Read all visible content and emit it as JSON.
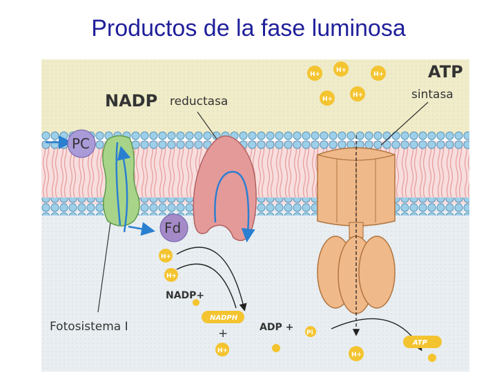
{
  "slide": {
    "title": "Productos de la fase luminosa"
  },
  "diagram": {
    "labels": {
      "nadp_reductasa_bold": "NADP",
      "nadp_reductasa_rest": "reductasa",
      "atp_sintasa_bold": "ATP",
      "atp_sintasa_rest": "sintasa",
      "fotosistema": "Fotosistema I",
      "pc": "PC",
      "fd": "Fd",
      "nadp_plus": "NADP+",
      "nadph": "NADPH",
      "plus_sign": "+",
      "adp_pi_1": "ADP +",
      "pi": "Pi",
      "atp_product": "ATP",
      "proton": "H+"
    },
    "colors": {
      "title": "#1f1f9a",
      "lumen": "#f0ecc8",
      "stroma": "#e8eef2",
      "head_blue": "#9ecfe8",
      "tail_pink": "#f2b7b7",
      "photosystem": "#a8d48a",
      "reductase": "#e59a9a",
      "synthase": "#f0b98a",
      "ion_gold": "#f4c430",
      "pc_purple": "#a99ad8",
      "fd_purple": "#a58ac8"
    }
  }
}
